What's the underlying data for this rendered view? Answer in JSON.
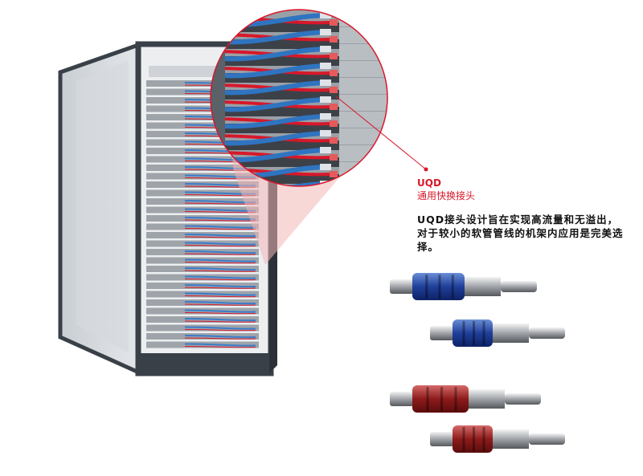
{
  "callout": {
    "title": "UQD",
    "subtitle": "通用快换接头",
    "description": "UQD接头设计旨在实现高流量和无溢出，对于较小的软管管线的机架内应用是完美选择。"
  },
  "colors": {
    "accent": "#d7182a",
    "blue_hose": "#2f74c0",
    "red_hose": "#d7182a",
    "frame": "#3a4048"
  }
}
